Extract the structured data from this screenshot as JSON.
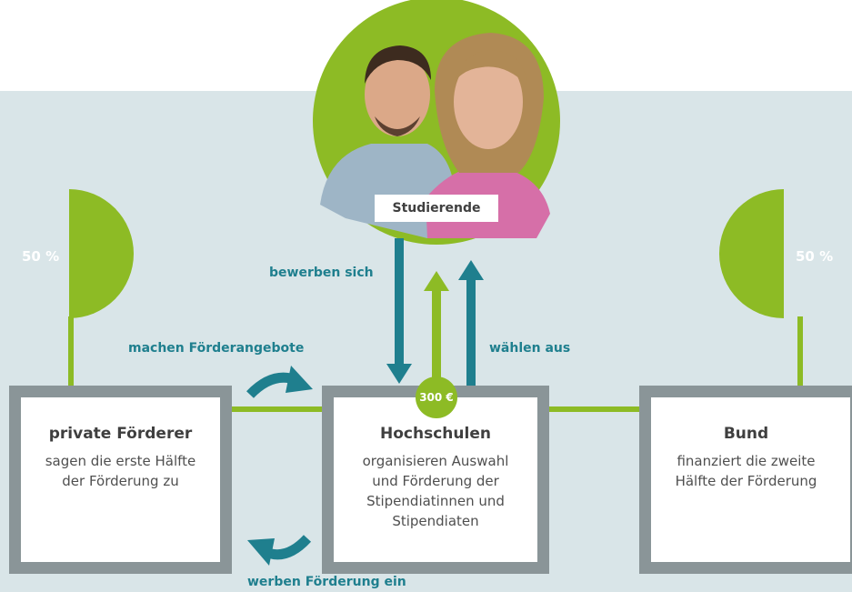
{
  "title": "",
  "students": {
    "label": "Studierende"
  },
  "actors": {
    "private": {
      "title": "private Förderer",
      "text": [
        "sagen die erste Hälfte",
        "der Förderung zu"
      ]
    },
    "universities": {
      "title": "Hochschulen",
      "text": [
        "organisieren Auswahl",
        "und Förderung der",
        "Stipendiatinnen und",
        "Stipendiaten"
      ]
    },
    "federal": {
      "title": "Bund",
      "text": [
        "finanziert die zweite",
        "Hälfte der Förderung"
      ]
    }
  },
  "shares": {
    "left": "50 %",
    "right": "50 %"
  },
  "stipend": "300 €",
  "relations": {
    "apply": "bewerben sich",
    "select": "wählen aus",
    "offers": "machen Förderangebote",
    "acquire": "werben Förderung ein"
  },
  "colors": {
    "green": "#8dbb25",
    "teal": "#1f7f8e",
    "box_border": "#8a9598",
    "panel": "#d9e5e8"
  }
}
